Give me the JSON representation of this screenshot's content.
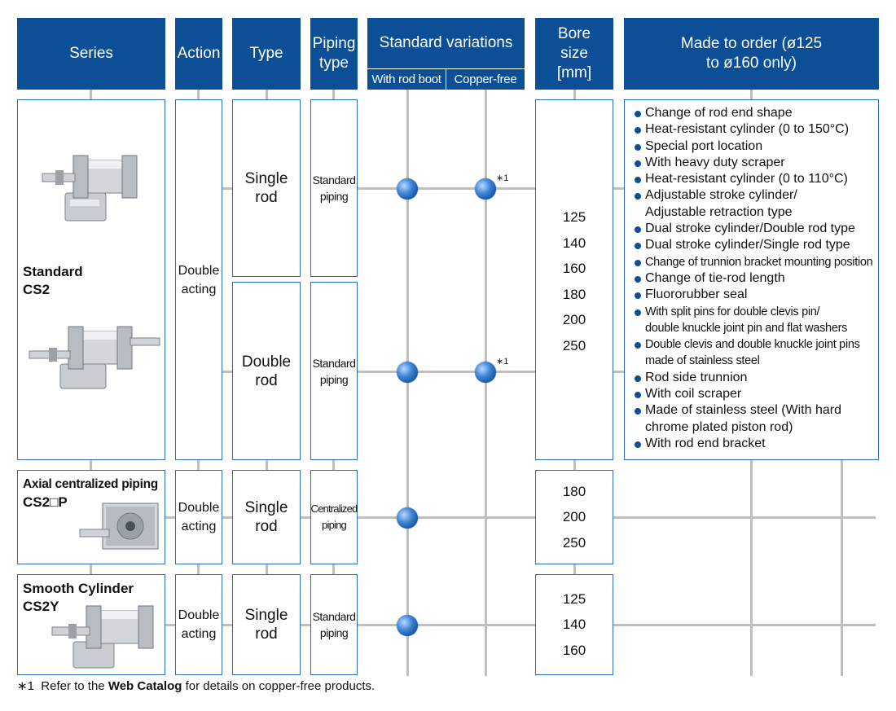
{
  "headers": {
    "series": "Series",
    "action": "Action",
    "type": "Type",
    "piping_type": "Piping type",
    "standard_variations": "Standard variations",
    "with_rod_boot": "With rod boot",
    "copper_free": "Copper-free",
    "bore_size": "Bore size [mm]",
    "made_to_order": "Made to order (ø125 to ø160 only)"
  },
  "rows": {
    "standard": {
      "series_name": "Standard",
      "series_code": "CS2",
      "action": "Double acting",
      "single": {
        "type": "Single rod",
        "piping": "Standard piping",
        "note": "∗1"
      },
      "double": {
        "type": "Double rod",
        "piping": "Standard piping",
        "note": "∗1"
      },
      "bores": [
        "125",
        "140",
        "160",
        "180",
        "200",
        "250"
      ]
    },
    "axial": {
      "series_name": "Axial centralized piping",
      "series_code": "CS2□P",
      "action": "Double acting",
      "type": "Single rod",
      "piping": "Centralized piping",
      "bores": [
        "180",
        "200",
        "250"
      ]
    },
    "smooth": {
      "series_name": "Smooth Cylinder",
      "series_code": "CS2Y",
      "action": "Double acting",
      "type": "Single rod",
      "piping": "Standard piping",
      "bores": [
        "125",
        "140",
        "160"
      ]
    }
  },
  "made_to_order_items": [
    "Change of rod end shape",
    "Heat-resistant cylinder (0 to 150°C)",
    "Special port location",
    "With heavy duty scraper",
    "Heat-resistant cylinder (0 to 110°C)",
    "Adjustable stroke cylinder/ Adjustable retraction type",
    "Dual stroke cylinder/Double rod type",
    "Dual stroke cylinder/Single rod type",
    "Change of trunnion bracket mounting position",
    "Change of tie-rod length",
    "Fluororubber seal",
    "With split pins for double clevis pin/ double knuckle joint pin and flat washers",
    "Double clevis and double knuckle joint pins made of stainless steel",
    "Rod side trunnion",
    "With coil scraper",
    "Made of stainless steel (With hard chrome plated piston rod)",
    "With rod end bracket"
  ],
  "footnote": {
    "mark": "∗1",
    "text_before": "Refer to the",
    "bold": "Web Catalog",
    "text_after": "for details on copper-free products."
  },
  "colors": {
    "header_blue": "#0d4f96",
    "grid_gray": "#bfbfbf",
    "border_blue": "#2a6db3"
  }
}
